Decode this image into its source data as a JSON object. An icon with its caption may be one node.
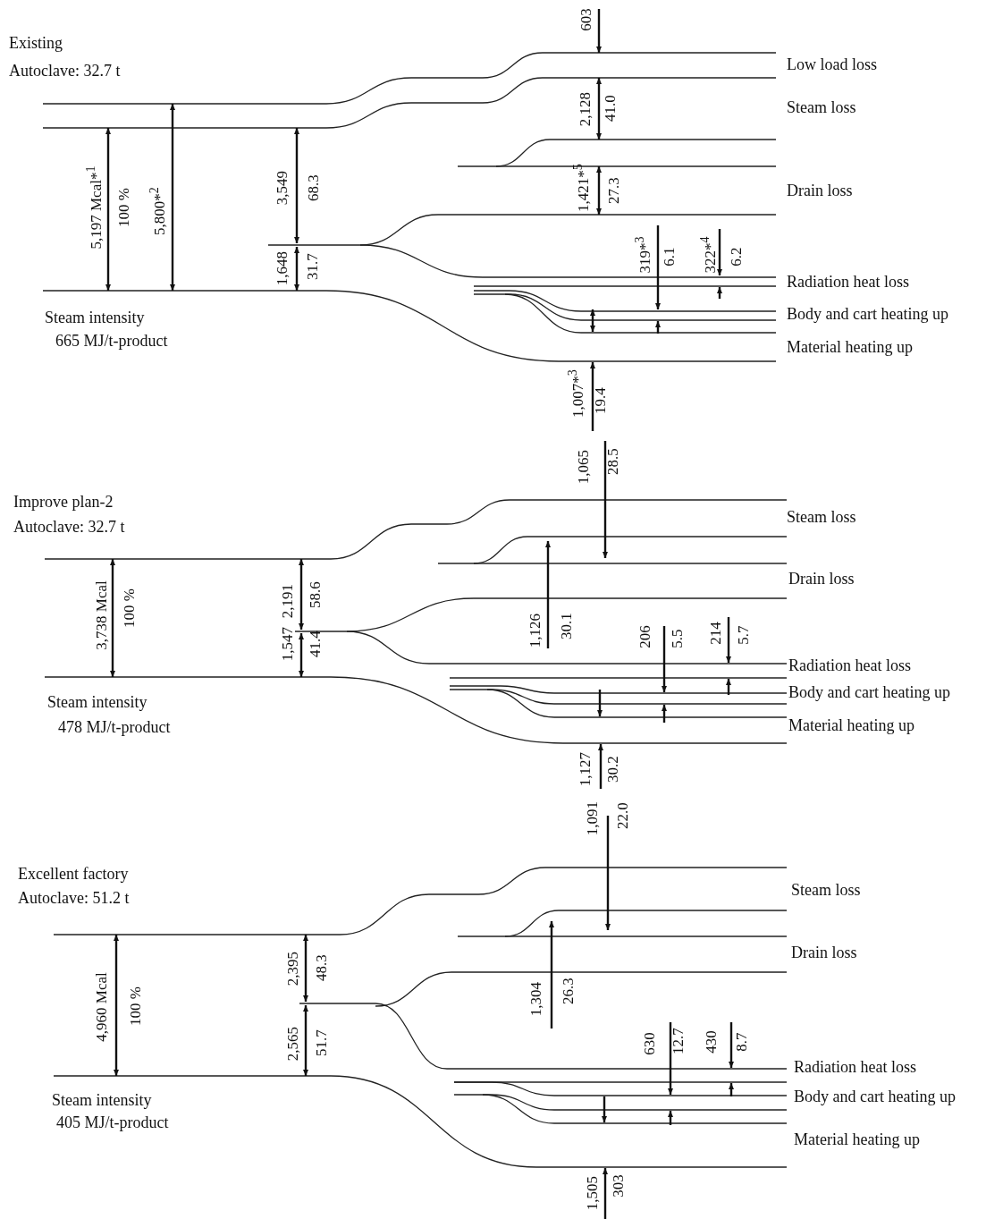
{
  "diagram": {
    "labels": [
      "Existing",
      "Autoclave:  32.7 t",
      "603",
      "Low load loss",
      "2,128",
      "41.0",
      "Steam loss",
      "5,197 Mcal*$^{1}$",
      "100 %",
      "5,800*$^{2}$",
      "3,549",
      "68.3",
      "1,421*$^{5}$",
      "27.3",
      "Drain loss",
      "1,648",
      "31.7",
      "319*$^{3}$",
      "6.1",
      "322*$^{4}$",
      "6.2",
      "Radiation heat loss",
      "Steam intensity",
      "Body and cart heating up",
      "665 MJ/t-product",
      "Material heating up",
      "1,007*$^{3}$",
      "19.4",
      "Improve plan-2",
      "Autoclave:  32.7 t",
      "1,065",
      "28.5",
      "Steam loss",
      "3,738 Mcal",
      "100 %",
      "2,191",
      "58.6",
      "Drain loss",
      "1,126",
      "30.1",
      "1,547",
      "41.4",
      "206",
      "5.5",
      "214",
      "5.7",
      "Radiation heat loss",
      "Body and cart heating up",
      "Steam intensity",
      "478 MJ/t-product",
      "Material heating up",
      "1,127",
      "30.2",
      "Excellent factory",
      "Autoclave:  51.2 t",
      "1,091",
      "22.0",
      "Steam loss",
      "4,960 Mcal",
      "100 %",
      "2,395",
      "48.3",
      "Drain loss",
      "1,304",
      "26.3",
      "2,565",
      "51.7",
      "630",
      "12.7",
      "430",
      "8.7",
      "Radiation heat loss",
      "Steam intensity",
      "Body and cart heating up",
      "405 MJ/t-product",
      "Material heating up",
      "1,505",
      "303"
    ]
  }
}
